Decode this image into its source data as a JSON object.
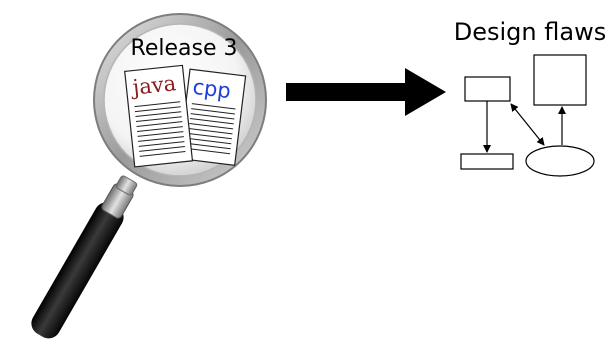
{
  "magnifier": {
    "lens_label": "Release 3",
    "doc_java": "java",
    "doc_cpp": "cpp"
  },
  "result": {
    "title": "Design flaws"
  },
  "colors": {
    "java_text": "#8b1a1a",
    "cpp_text": "#1f3fd6",
    "arrow": "#000000",
    "lens_rim": "#a8a8a8"
  }
}
